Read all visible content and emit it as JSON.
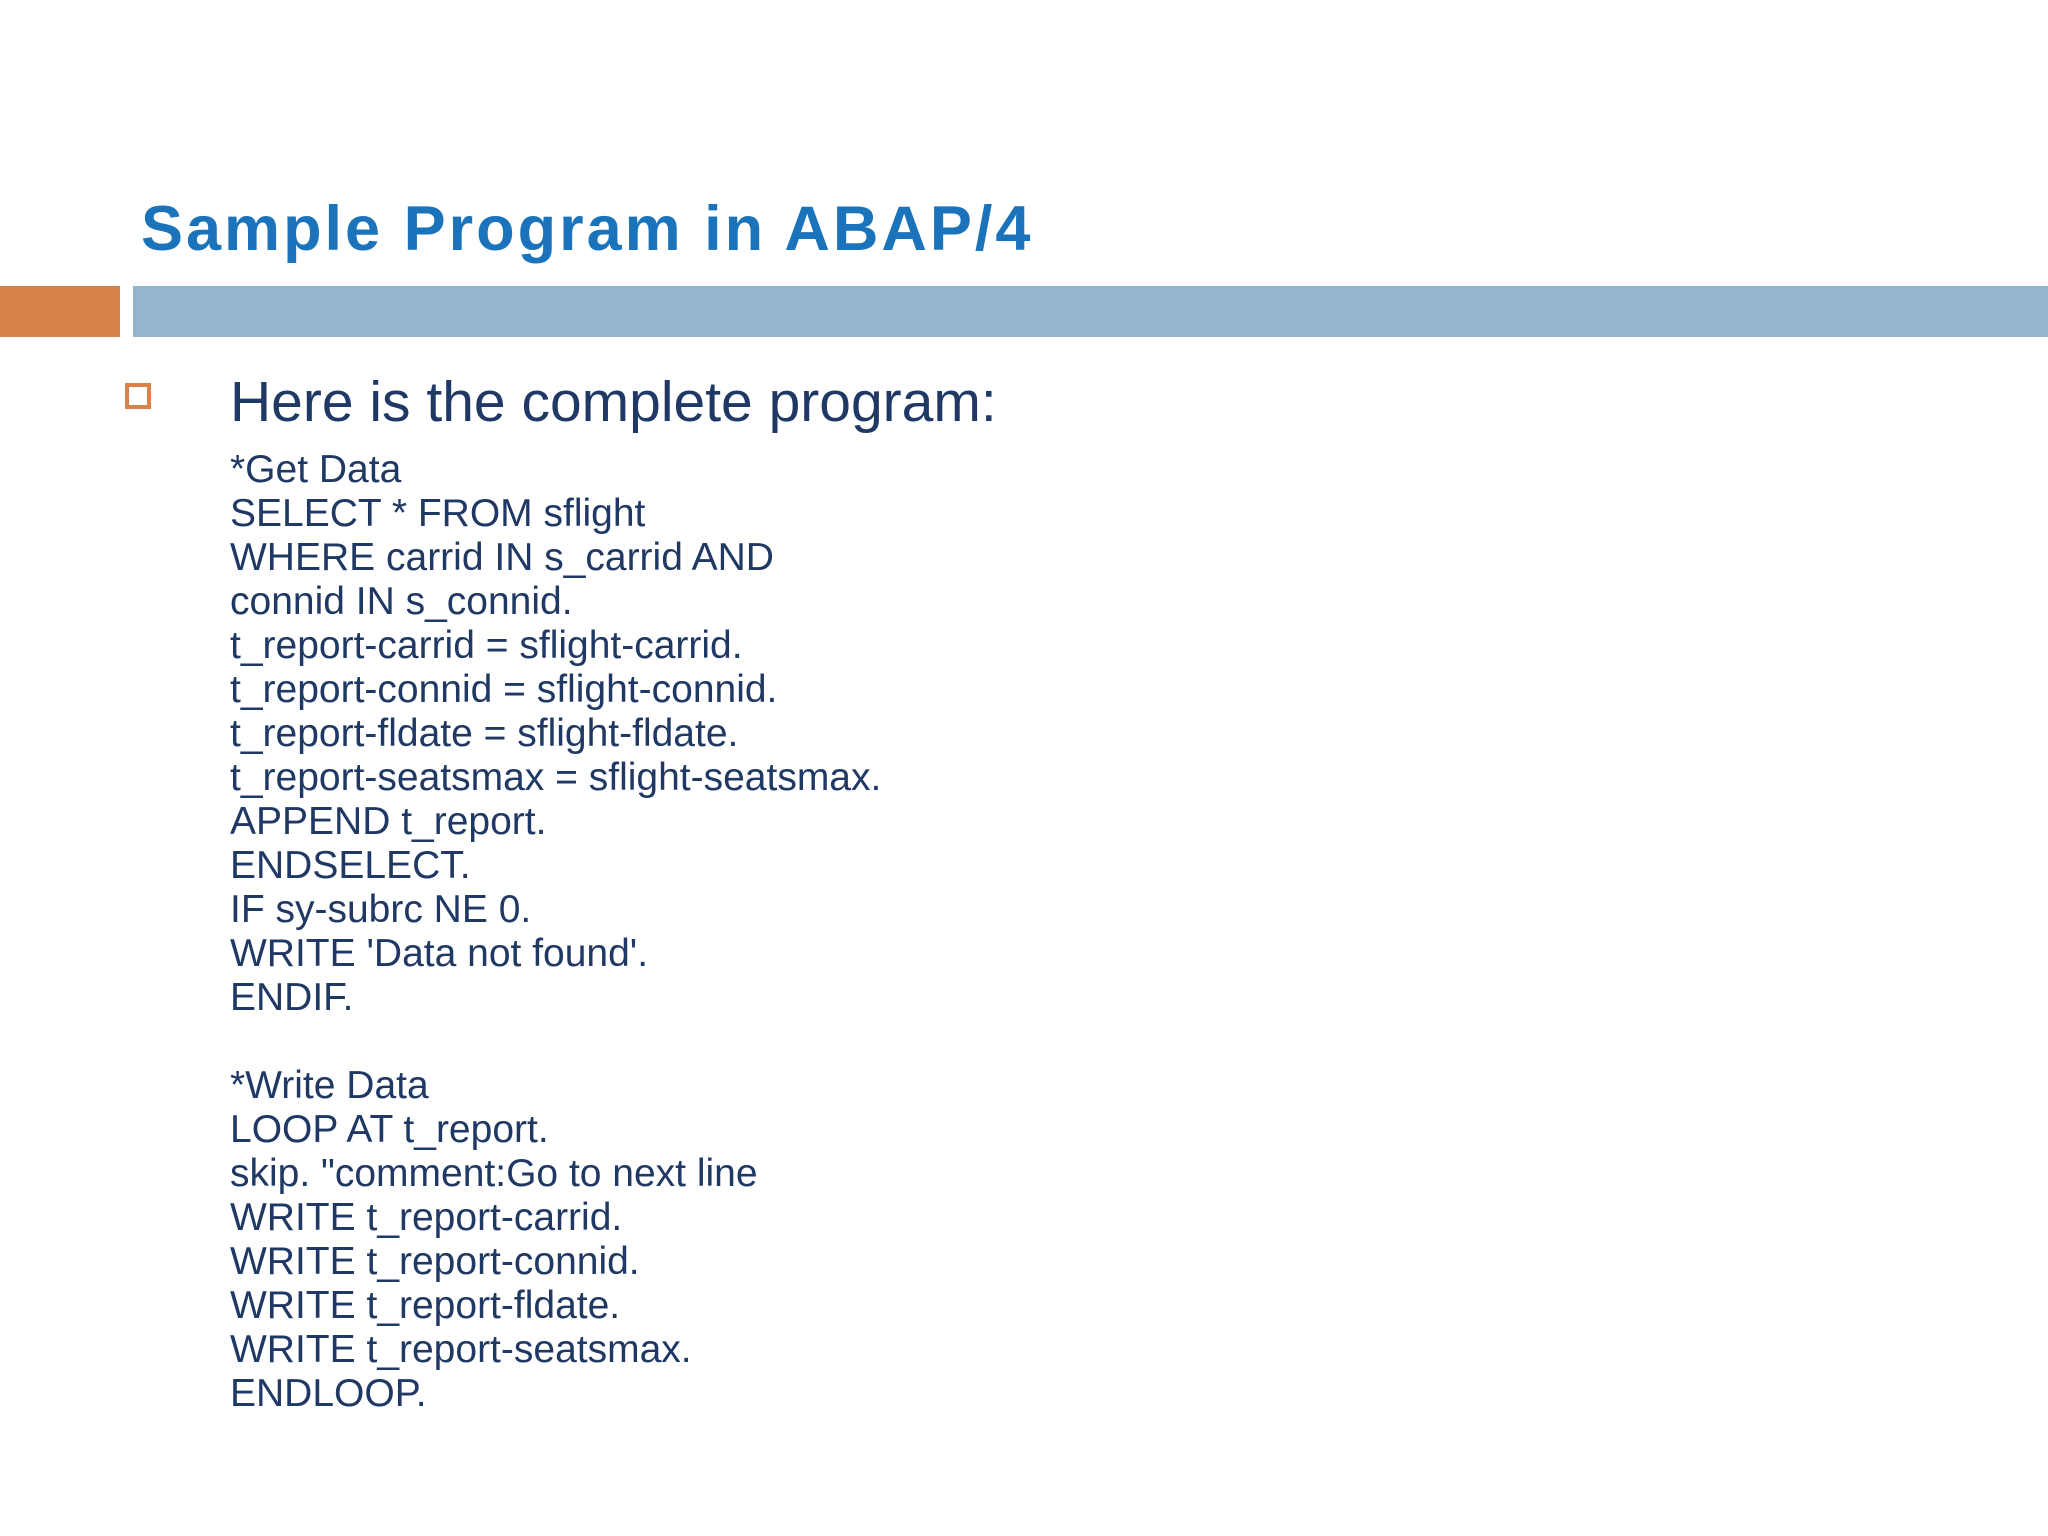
{
  "slide": {
    "title": "Sample Program in ABAP/4"
  },
  "content": {
    "heading": "Here is the complete program:"
  },
  "code": {
    "lines": [
      "*Get Data",
      "SELECT * FROM sflight",
      "WHERE carrid IN s_carrid AND",
      "connid IN s_connid.",
      "t_report-carrid = sflight-carrid.",
      "t_report-connid = sflight-connid.",
      "t_report-fldate = sflight-fldate.",
      "t_report-seatsmax = sflight-seatsmax.",
      "APPEND t_report.",
      "ENDSELECT.",
      "IF sy-subrc NE 0.",
      "WRITE 'Data not found'.",
      "ENDIF.",
      "",
      "*Write Data",
      "LOOP AT t_report.",
      "skip. \"comment:Go to next line",
      "WRITE t_report-carrid.",
      "WRITE t_report-connid.",
      "WRITE t_report-fldate.",
      "WRITE t_report-seatsmax.",
      "ENDLOOP."
    ]
  },
  "colors": {
    "title_blue": "#1B74BB",
    "accent_orange": "#D8824B",
    "band_blue": "#93B5CD",
    "text_navy": "#1F3864",
    "background": "#FFFFFF"
  },
  "icons": {
    "bullet": "square-outline"
  }
}
